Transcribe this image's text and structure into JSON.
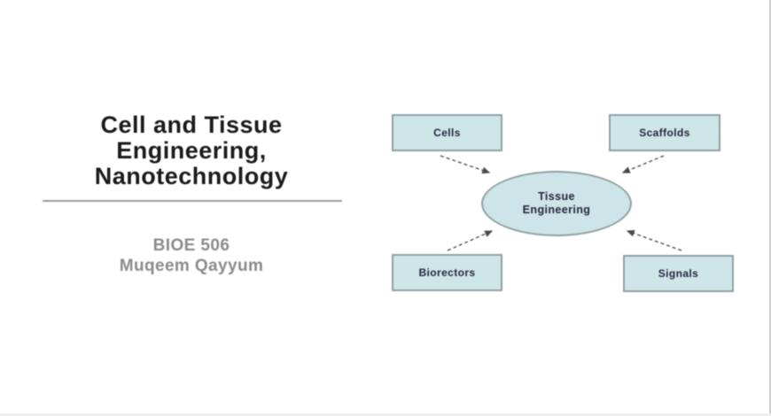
{
  "slide": {
    "title_lines": [
      "Cell and Tissue",
      "Engineering,",
      "Nanotechnology"
    ],
    "course": "BIOE 506",
    "author": "Muqeem Qayyum"
  },
  "diagram": {
    "center": {
      "label_lines": [
        "Tissue",
        "Engineering"
      ]
    },
    "nodes": [
      {
        "id": "cells",
        "label": "Cells",
        "position": "top-left"
      },
      {
        "id": "scaffolds",
        "label": "Scaffolds",
        "position": "top-right"
      },
      {
        "id": "biorectors",
        "label": "Biorectors",
        "position": "bottom-left"
      },
      {
        "id": "signals",
        "label": "Signals",
        "position": "bottom-right"
      }
    ]
  },
  "colors": {
    "node_fill": "#cfe6e9",
    "node_border": "#8fa0a2",
    "arrow": "#4a4a4a",
    "title_text": "#1b1b1b",
    "subtitle_text": "#8b8b8b",
    "background": "#ffffff"
  }
}
